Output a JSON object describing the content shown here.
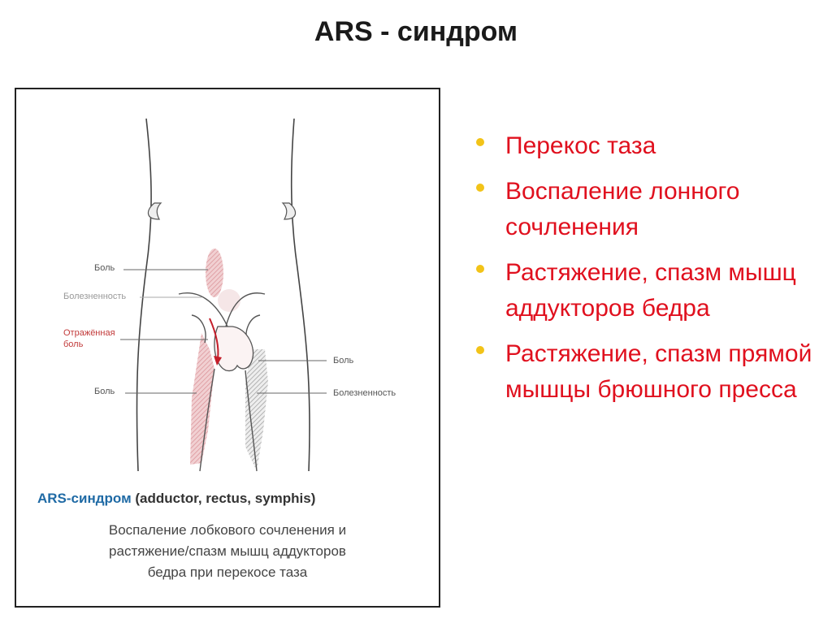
{
  "slide": {
    "title": "ARS - синдром"
  },
  "figure": {
    "labels": {
      "pain_top": "Боль",
      "tenderness_left": "Болезненность",
      "referred_pain_line1": "Отражённая",
      "referred_pain_line2": "боль",
      "pain_bottom_left": "Боль",
      "pain_right": "Боль",
      "tenderness_right": "Болезненность"
    },
    "caption": {
      "title_blue": "ARS-синдром",
      "title_rest": "(adductor, rectus, symphis)",
      "line1": "Воспаление лобкового сочленения и",
      "line2": "растяжение/спазм мышц аддукторов",
      "line3": "бедра при перекосе таза"
    }
  },
  "bullets": [
    {
      "text": "Перекос таза"
    },
    {
      "text": "Воспаление лонного сочленения"
    },
    {
      "text": "Растяжение, спазм мышц аддукторов бедра"
    },
    {
      "text": "Растяжение, спазм прямой мышцы брюшного пресса"
    }
  ],
  "colors": {
    "bullet_text": "#e0101e",
    "bullet_dot": "#f2c318",
    "caption_accent": "#1f6aa5",
    "pain_fill": "#e4a7ab",
    "tenderness_fill": "#bdbdbd"
  }
}
